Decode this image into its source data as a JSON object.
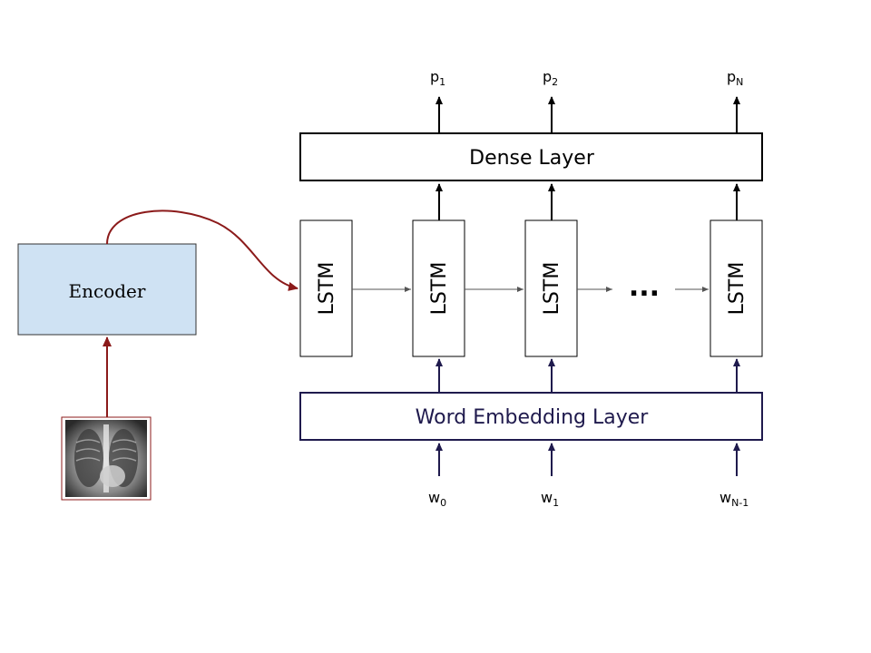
{
  "encoder": {
    "label": "Encoder",
    "fill": "#cfe2f3",
    "arrow_color": "#8b1a1a"
  },
  "input_image": {
    "icon": "chest-xray-icon"
  },
  "dense_layer": {
    "label": "Dense Layer"
  },
  "embedding_layer": {
    "label": "Word Embedding Layer",
    "color": "#1f1a4d"
  },
  "lstm_cells": [
    {
      "label": "LSTM"
    },
    {
      "label": "LSTM"
    },
    {
      "label": "LSTM"
    },
    {
      "label": "LSTM"
    }
  ],
  "ellipsis": "...",
  "outputs": [
    {
      "base": "p",
      "sub": "1"
    },
    {
      "base": "p",
      "sub": "2"
    },
    {
      "base": "p",
      "sub": "N"
    }
  ],
  "inputs": [
    {
      "base": "w",
      "sub": "0"
    },
    {
      "base": "w",
      "sub": "1"
    },
    {
      "base": "w",
      "sub": "N-1"
    }
  ]
}
